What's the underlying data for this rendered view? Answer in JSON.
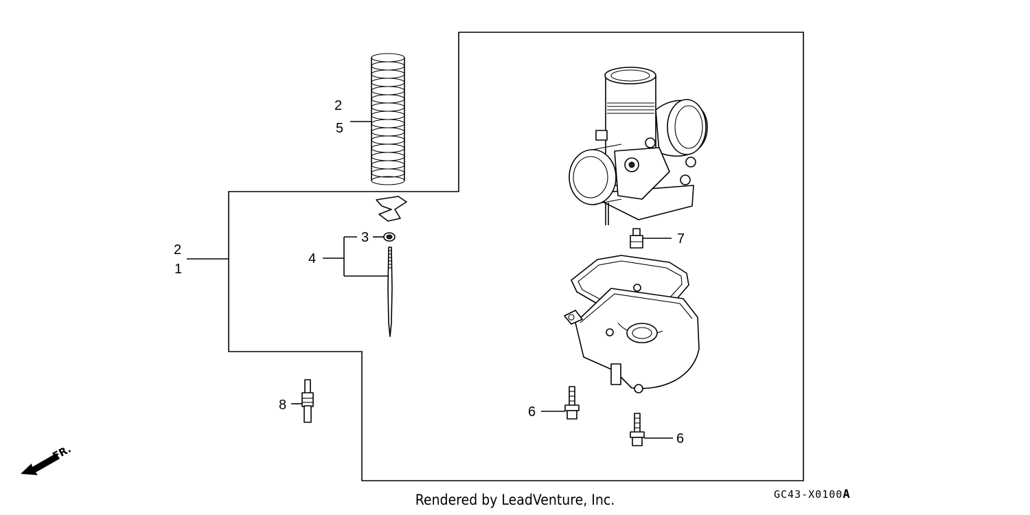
{
  "callouts": {
    "c2_top": "2",
    "c5": "5",
    "c3": "3",
    "c4": "4",
    "c2_left": "2",
    "c1": "1",
    "c7": "7",
    "c8": "8",
    "c6_left": "6",
    "c6_right": "6"
  },
  "direction_label": "FR.",
  "footer": {
    "credit": "Rendered by LeadVenture, Inc.",
    "code": "GC43-X0100",
    "code_suffix": "A"
  }
}
